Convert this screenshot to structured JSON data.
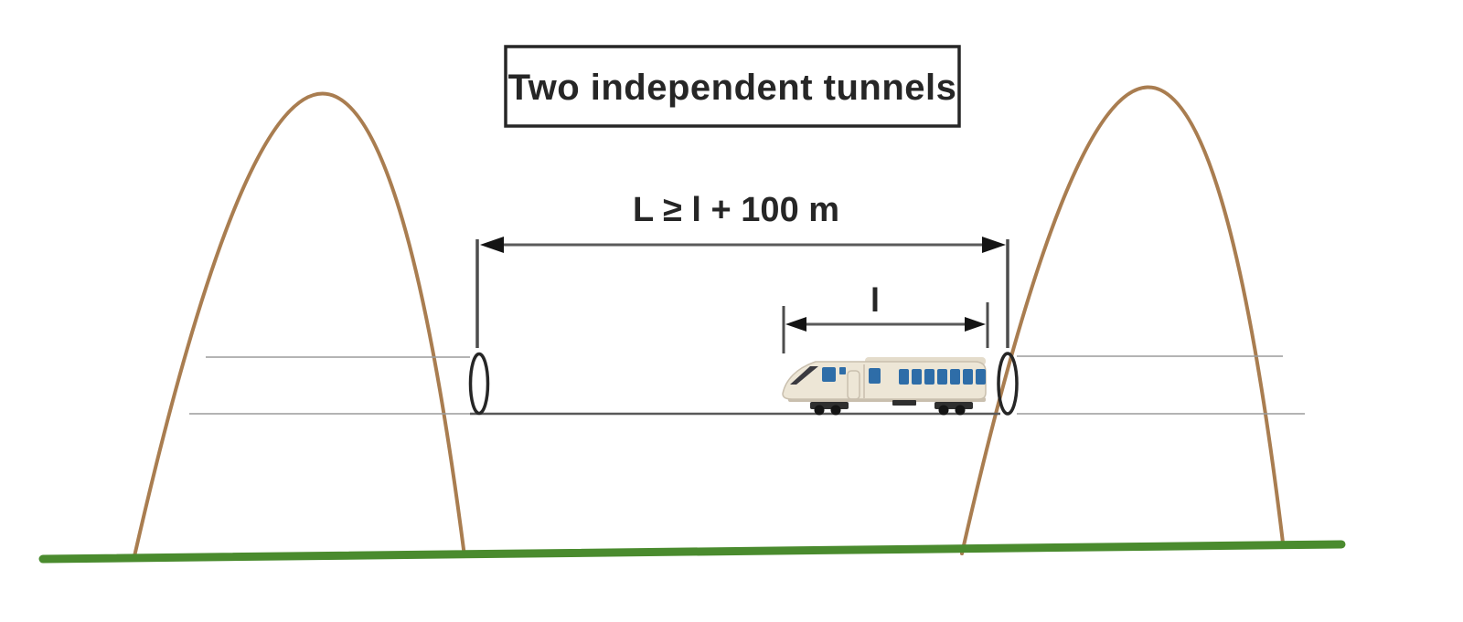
{
  "diagram": {
    "title": "Two independent tunnels",
    "dimensions": {
      "tunnel_length": {
        "label": "L ≥ l + 100 m"
      },
      "train_length": {
        "label": "l"
      }
    },
    "icons": {
      "train": "high-speed-train-icon",
      "left_portal": "tunnel-portal-icon",
      "right_portal": "tunnel-portal-icon",
      "left_mountain": "mountain-curve",
      "right_mountain": "mountain-curve",
      "ground": "ground-line"
    }
  },
  "colors": {
    "background": "#ffffff",
    "mountain": "#a97d50",
    "ground": "#4a8b2e",
    "tunnel_line": "#9b9b9b",
    "track": "#595959",
    "dimension_line": "#5a5a5a",
    "dimension_tick": "#4d4d4d",
    "arrowhead": "#141414",
    "portal": "#262626",
    "box_border": "#262626",
    "text": "#262626",
    "train_body": "#ede6d6",
    "train_trim": "#c9bfae",
    "train_roof": "#e4dccb",
    "train_window": "#2e6da8",
    "train_dark": "#2f2f2f",
    "train_windshield": "#3a3a40"
  }
}
